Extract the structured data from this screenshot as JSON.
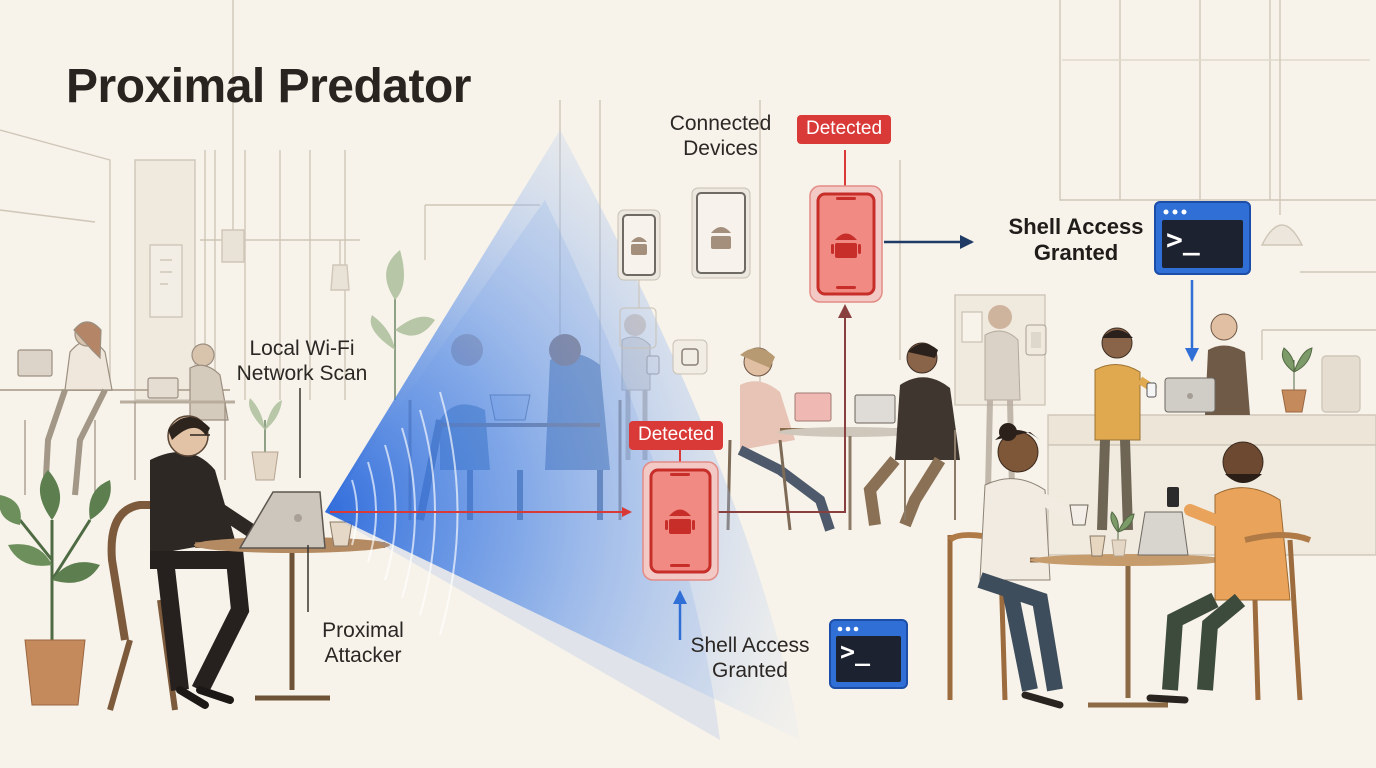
{
  "title": "Proximal Predator",
  "labels": {
    "wifi_scan_line1": "Local Wi-Fi",
    "wifi_scan_line2": "Network Scan",
    "attacker_line1": "Proximal",
    "attacker_line2": "Attacker",
    "connected_line1": "Connected",
    "connected_line2": "Devices",
    "shell_line1": "Shell Access",
    "shell_line2": "Granted"
  },
  "badges": {
    "detected_top": "Detected",
    "detected_middle": "Detected"
  },
  "terminal_prompt": ">_",
  "colors": {
    "signal_blue": "#3a7be0",
    "alert_red": "#d93a37",
    "arrow_navy": "#203a66",
    "terminal_blue": "#2f6fd6",
    "background": "#f7f3ea"
  },
  "icons": [
    "android-icon",
    "terminal-icon",
    "laptop-icon",
    "phone-icon",
    "tablet-icon",
    "coffee-cup-icon",
    "plant-icon",
    "pendant-lamp-icon"
  ]
}
